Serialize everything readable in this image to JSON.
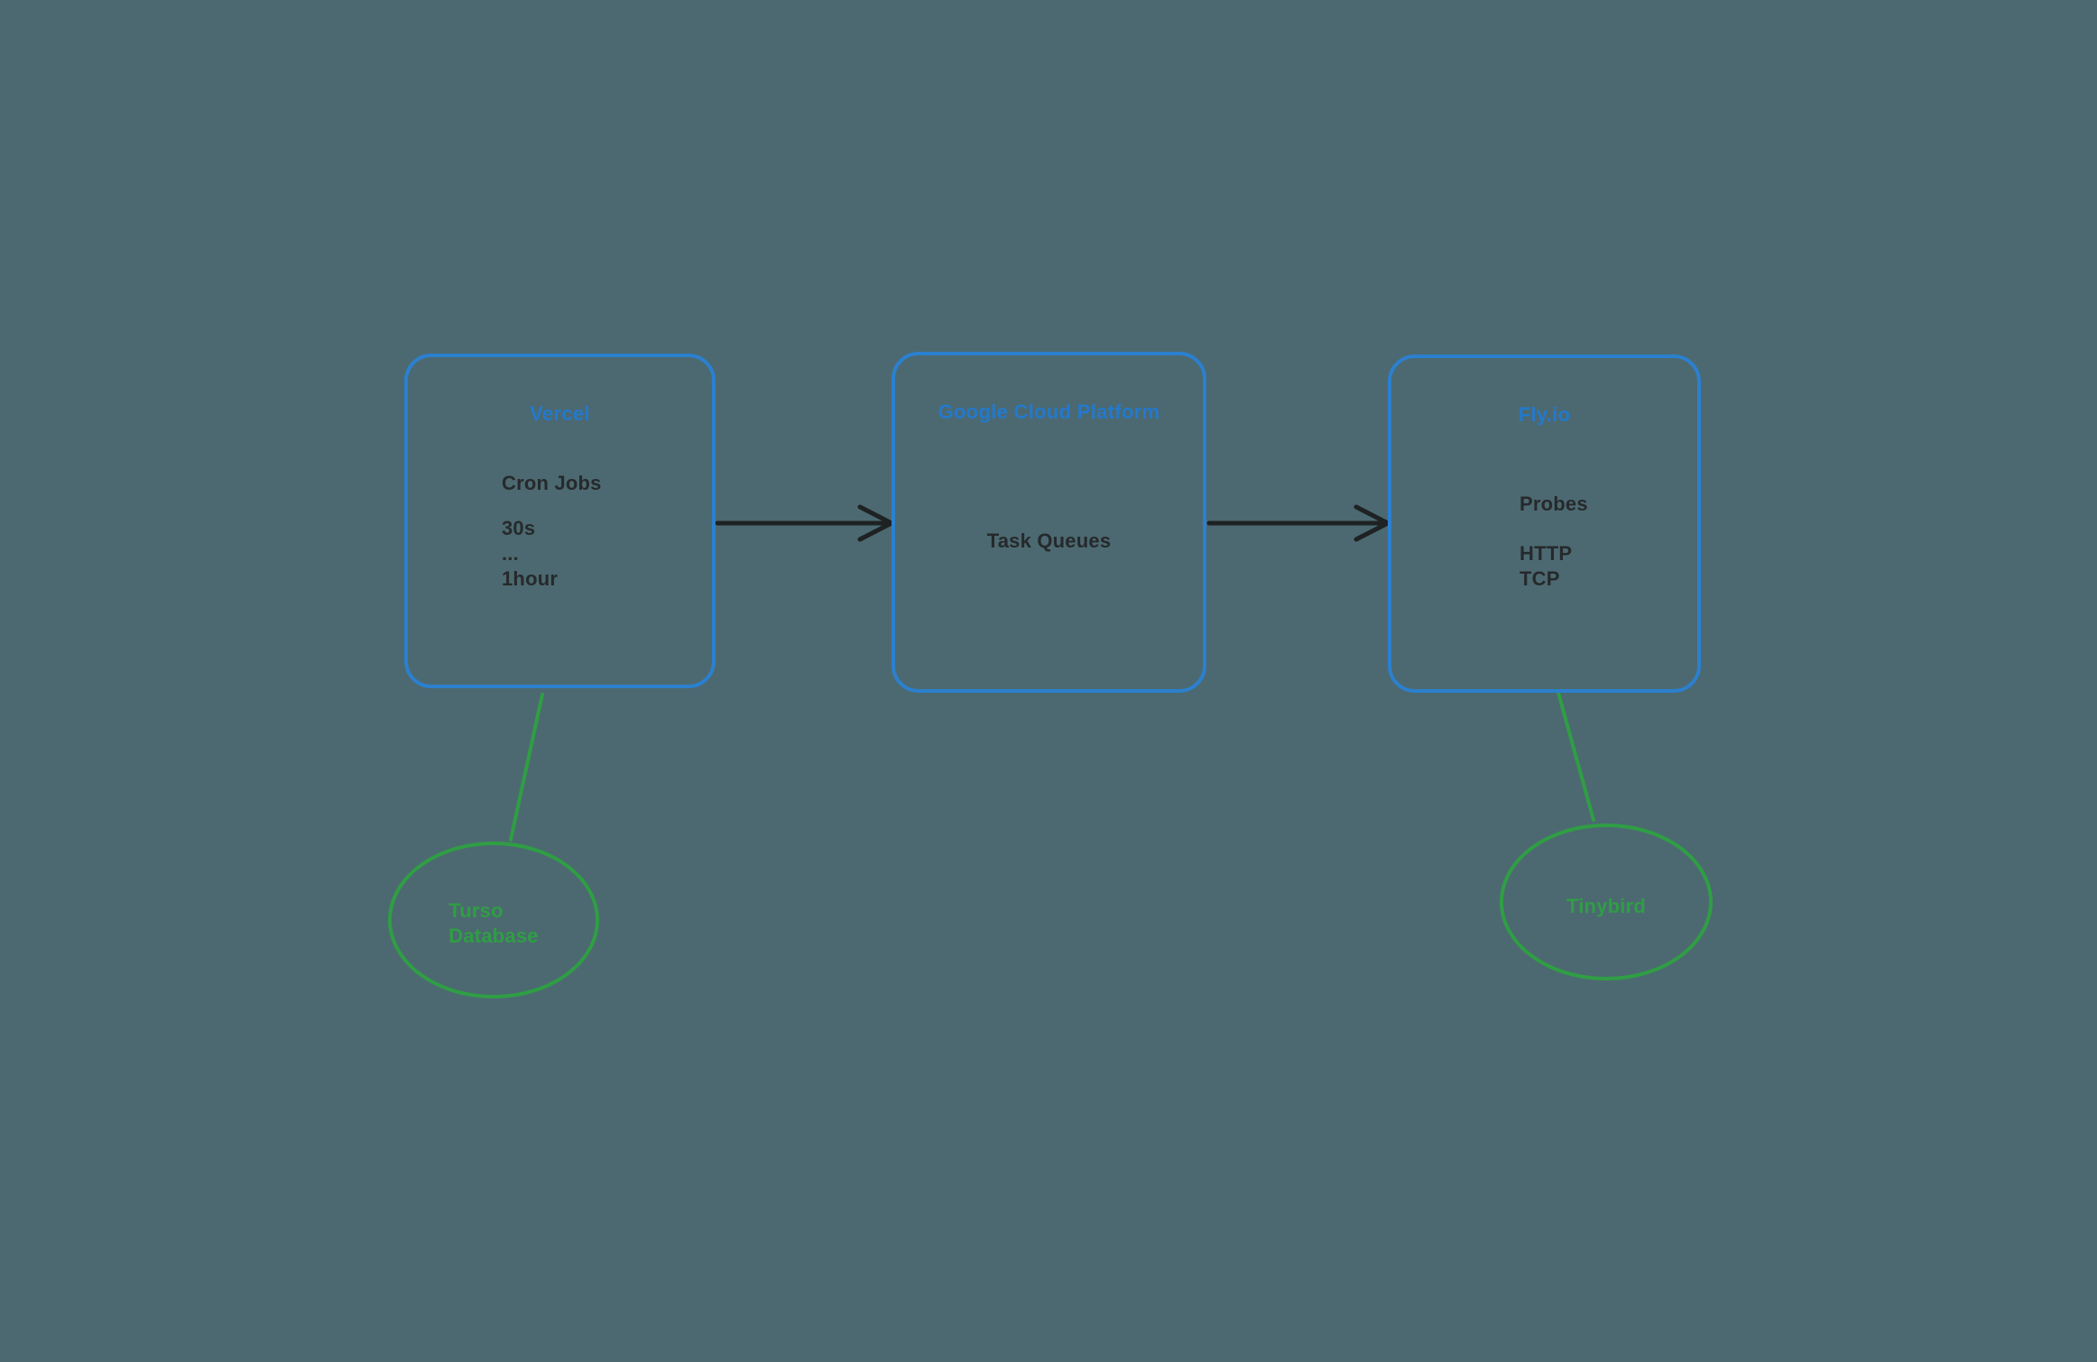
{
  "diagram": {
    "nodes": [
      {
        "id": "vercel",
        "title": "Vercel",
        "body": [
          "Cron Jobs",
          "30s",
          "...",
          "1hour"
        ]
      },
      {
        "id": "gcp",
        "title": "Google Cloud Platform",
        "body": [
          "Task Queues"
        ]
      },
      {
        "id": "flyio",
        "title": "Fly.io",
        "body": [
          "Probes",
          "HTTP",
          "TCP"
        ]
      }
    ],
    "datastores": [
      {
        "id": "turso",
        "label_line1": "Turso",
        "label_line2": "Database"
      },
      {
        "id": "tinybird",
        "label_line1": "Tinybird"
      }
    ],
    "connections": [
      {
        "from": "Vercel",
        "to": "Google Cloud Platform",
        "type": "arrow"
      },
      {
        "from": "Google Cloud Platform",
        "to": "Fly.io",
        "type": "arrow"
      },
      {
        "from": "Vercel",
        "to": "Turso Database",
        "type": "line"
      },
      {
        "from": "Fly.io",
        "to": "Tinybird",
        "type": "line"
      }
    ],
    "colors": {
      "background": "#4c6971",
      "node_border_blue": "#2b80cf",
      "title_blue": "#2379cc",
      "datastore_green": "#2f9e44",
      "body_text_dark": "#26292b",
      "arrow_dark": "#1e2223"
    }
  }
}
